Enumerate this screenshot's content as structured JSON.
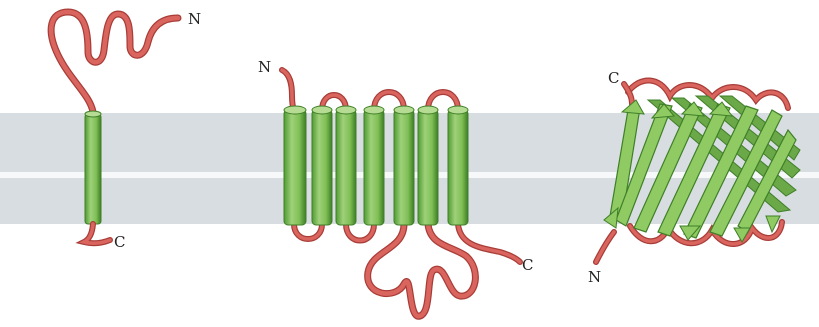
{
  "labels": {
    "p1_n": "N",
    "p1_c": "C",
    "p2_n": "N",
    "p2_c": "C",
    "p3_c": "C",
    "p3_n": "N"
  },
  "colors": {
    "membrane": "#d7dde1",
    "membrane_gap": "#f6f8f9",
    "helix_light": "#9fd17a",
    "helix_mid": "#7fbf55",
    "helix_dark": "#4f9a32",
    "loop": "#d9655e",
    "loop_dark": "#a83d38",
    "strand": "#8fca62",
    "strand_edge": "#3f7f28"
  },
  "icons": {
    "protein_1": "single-pass-helix-icon",
    "protein_2": "seven-helix-bundle-icon",
    "protein_3": "beta-barrel-icon"
  }
}
